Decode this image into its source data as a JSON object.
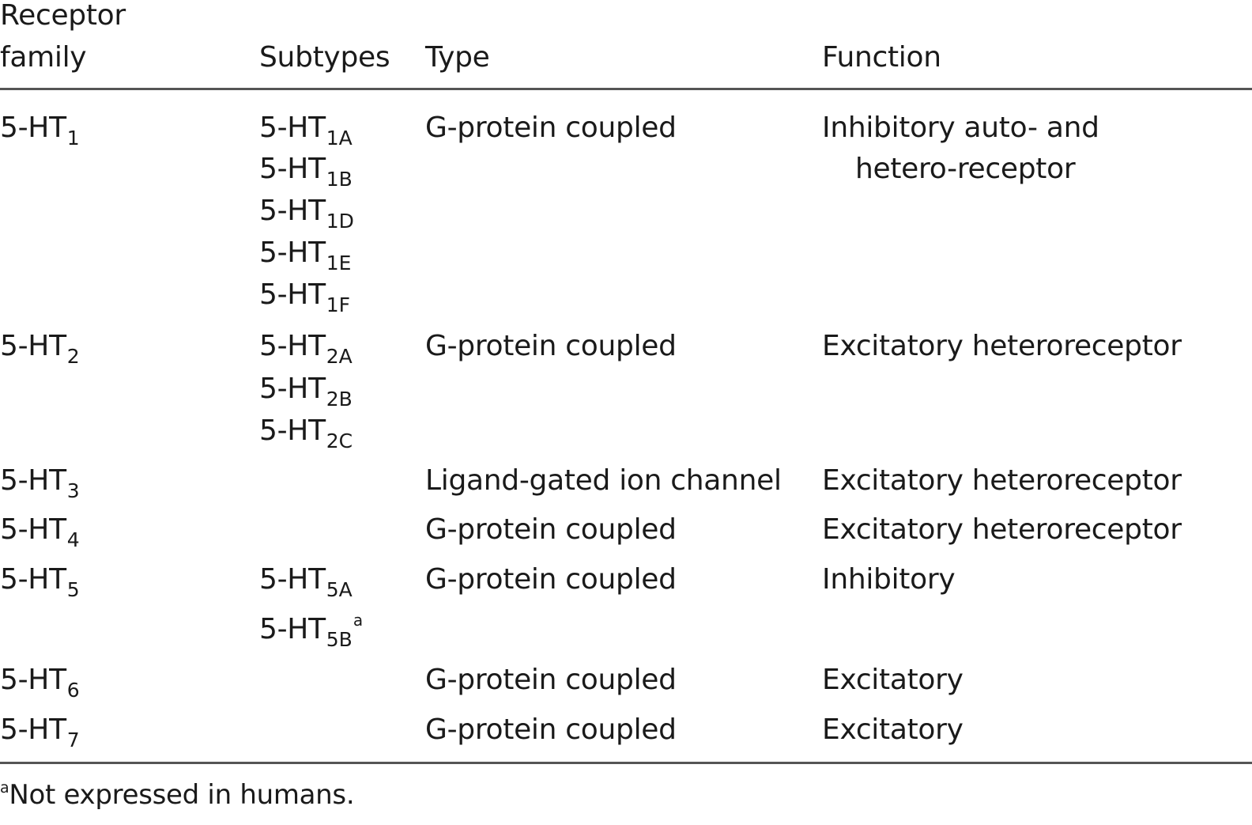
{
  "table": {
    "headers": {
      "receptor_family_line1": "Receptor",
      "receptor_family_line2": "family",
      "subtypes": "Subtypes",
      "type": "Type",
      "function": "Function"
    },
    "rows": [
      {
        "family": {
          "base": "5-HT",
          "sub": "1"
        },
        "subtypes": [
          {
            "base": "5-HT",
            "sub": "1A"
          },
          {
            "base": "5-HT",
            "sub": "1B"
          },
          {
            "base": "5-HT",
            "sub": "1D"
          },
          {
            "base": "5-HT",
            "sub": "1E"
          },
          {
            "base": "5-HT",
            "sub": "1F"
          }
        ],
        "type": "G-protein coupled",
        "function_line1": "Inhibitory auto- and",
        "function_line2": "hetero-receptor"
      },
      {
        "family": {
          "base": "5-HT",
          "sub": "2"
        },
        "subtypes": [
          {
            "base": "5-HT",
            "sub": "2A"
          },
          {
            "base": "5-HT",
            "sub": "2B"
          },
          {
            "base": "5-HT",
            "sub": "2C"
          }
        ],
        "type": "G-protein coupled",
        "function_line1": "Excitatory heteroreceptor"
      },
      {
        "family": {
          "base": "5-HT",
          "sub": "3"
        },
        "subtypes": [],
        "type": "Ligand-gated ion channel",
        "function_line1": "Excitatory heteroreceptor"
      },
      {
        "family": {
          "base": "5-HT",
          "sub": "4"
        },
        "subtypes": [],
        "type": "G-protein coupled",
        "function_line1": "Excitatory heteroreceptor"
      },
      {
        "family": {
          "base": "5-HT",
          "sub": "5"
        },
        "subtypes": [
          {
            "base": "5-HT",
            "sub": "5A"
          },
          {
            "base": "5-HT",
            "sub": "5B",
            "sup": "a"
          }
        ],
        "type": "G-protein coupled",
        "function_line1": "Inhibitory"
      },
      {
        "family": {
          "base": "5-HT",
          "sub": "6"
        },
        "subtypes": [],
        "type": "G-protein coupled",
        "function_line1": "Excitatory"
      },
      {
        "family": {
          "base": "5-HT",
          "sub": "7"
        },
        "subtypes": [],
        "type": "G-protein coupled",
        "function_line1": "Excitatory"
      }
    ]
  },
  "footnote": {
    "mark": "a",
    "text": "Not expressed in humans."
  }
}
